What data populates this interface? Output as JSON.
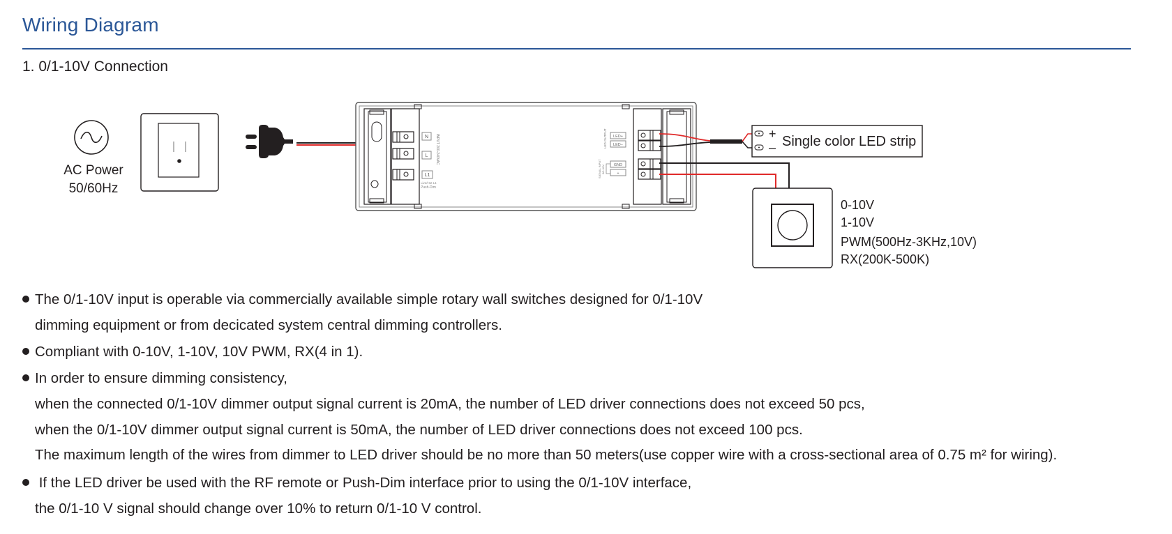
{
  "header": {
    "title": "Wiring Diagram",
    "section": "1. 0/1-10V Connection"
  },
  "colors": {
    "brand": "#2b5797",
    "text": "#231f20",
    "live_wire": "#e02a2a",
    "neutral_wire": "#231f20"
  },
  "diagram": {
    "ac_power": {
      "icon": "ac-sine-icon",
      "label_line1": "AC Power",
      "label_line2": "50/60Hz"
    },
    "outlet": {
      "icon": "wall-outlet-icon"
    },
    "plug": {
      "icon": "power-plug-icon"
    },
    "driver": {
      "input_terminals": [
        "N",
        "L",
        "L1"
      ],
      "input_caption": "INPUT 200-240VAC",
      "pushdim_caption_line1": "Live/Hot L1",
      "pushdim_caption_line2": "Push-Dim",
      "output_terminals": [
        "LED+",
        "LED−"
      ],
      "output_caption": "LED OUTPUT",
      "signal_terminals": [
        "GND",
        "+"
      ],
      "signal_caption_line1": "SIGNAL INPUT",
      "signal_caption_line2": "0/1-10V"
    },
    "led_strip": {
      "plus": "+",
      "minus": "–",
      "label": "Single color LED strip"
    },
    "dimmer": {
      "icon": "rotary-dimmer-icon",
      "modes": [
        "0-10V",
        "1-10V",
        "PWM(500Hz-3KHz,10V)",
        "RX(200K-500K)"
      ]
    }
  },
  "notes": [
    {
      "bullet": true,
      "text": "The 0/1-10V input is operable via commercially available simple rotary wall switches designed for 0/1-10V"
    },
    {
      "bullet": false,
      "text": "dimming equipment or from decicated system central dimming controllers."
    },
    {
      "bullet": true,
      "text": "Compliant with 0-10V, 1-10V, 10V PWM, RX(4 in 1)."
    },
    {
      "bullet": true,
      "text": "In order to ensure dimming consistency,"
    },
    {
      "bullet": false,
      "text": "when the connected 0/1-10V dimmer output signal current is 20mA, the number of LED driver connections does not exceed 50 pcs,"
    },
    {
      "bullet": false,
      "text": "when the 0/1-10V dimmer output signal current is 50mA, the number of LED driver connections does not exceed 100 pcs."
    },
    {
      "bullet": false,
      "text": "The maximum length of the wires from dimmer to LED driver should be no more than 50 meters(use copper wire with a cross-sectional area of 0.75 m² for wiring)."
    },
    {
      "bullet": true,
      "text": " If the LED driver be used with the RF remote or Push-Dim interface prior to using the 0/1-10V interface,"
    },
    {
      "bullet": false,
      "text": " the 0/1-10 V signal should change over 10% to return 0/1-10 V control."
    }
  ]
}
